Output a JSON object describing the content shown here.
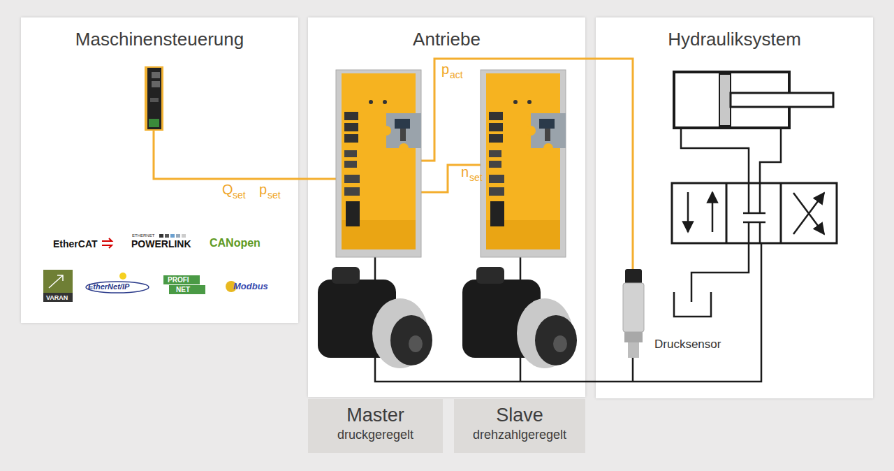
{
  "diagram": {
    "nodes": [
      {
        "text": [
          "Maschinensteuerung"
        ]
      },
      {
        "text": [
          "Antriebe"
        ]
      },
      {
        "text": [
          "Hydrauliksystem"
        ]
      },
      {
        "text": [
          "Master",
          "druckgeregelt"
        ]
      },
      {
        "text": [
          "Slave",
          "drehzahlgeregelt"
        ]
      }
    ],
    "labels": [
      "Q",
      "set",
      "p",
      "set",
      "p",
      "act",
      "n",
      "set",
      "Drucksensor",
      "EtherCAT",
      "ETHERNET",
      "POWERLINK",
      "CANopen",
      "VARAN",
      "EtherNet/IP",
      "PROFI",
      "NET",
      "Modbus"
    ]
  }
}
